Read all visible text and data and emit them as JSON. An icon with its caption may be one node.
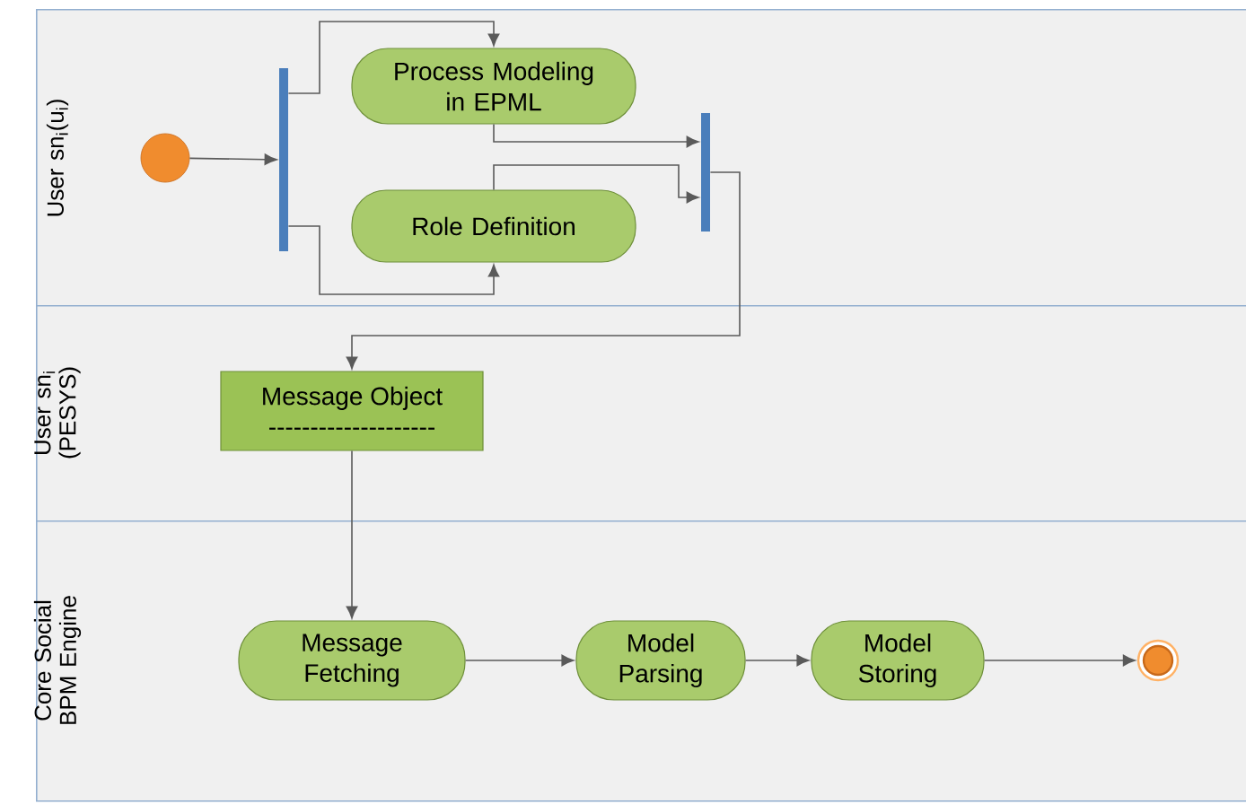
{
  "diagram": {
    "nodes": [
      {
        "text": [
          "User sn$_{i}$(u$_{i}$)"
        ]
      },
      {
        "text": [],
        "shape": "circle",
        "in": 0
      },
      {
        "text": [],
        "shape": "bar",
        "in": 0
      },
      {
        "text": [
          "Process Modeling in EPML"
        ],
        "in": 0
      },
      {
        "text": [
          "Role Definition"
        ],
        "in": 0
      },
      {
        "text": [],
        "shape": "bar",
        "in": 0
      },
      {
        "text": [
          "User sn$_{i}$ (PESYS)"
        ]
      },
      {
        "text": [
          "Message Object",
          "--------------------"
        ],
        "in": 6
      },
      {
        "text": [
          "Core Social BPM Engine"
        ]
      },
      {
        "text": [
          "Message Fetching"
        ],
        "in": 8
      },
      {
        "text": [
          "Model Parsing"
        ],
        "in": 8
      },
      {
        "text": [
          "Model Storing"
        ],
        "in": 8
      },
      {
        "text": [],
        "shape": "circle",
        "in": 8
      }
    ],
    "edges": [
      {
        "from": 1,
        "to": 2,
        "arrow": "to"
      },
      {
        "from": 2,
        "to": 3,
        "arrow": "to"
      },
      {
        "from": 2,
        "to": 4,
        "arrow": "to"
      },
      {
        "from": 3,
        "to": 5,
        "arrow": "to"
      },
      {
        "from": 4,
        "to": 5,
        "arrow": "to"
      },
      {
        "from": 5,
        "to": 7,
        "arrow": "to"
      },
      {
        "from": 7,
        "to": 9,
        "arrow": "to"
      },
      {
        "from": 9,
        "to": 10,
        "arrow": "to"
      },
      {
        "from": 10,
        "to": 11,
        "arrow": "to"
      },
      {
        "from": 11,
        "to": 12,
        "arrow": "to"
      }
    ]
  }
}
